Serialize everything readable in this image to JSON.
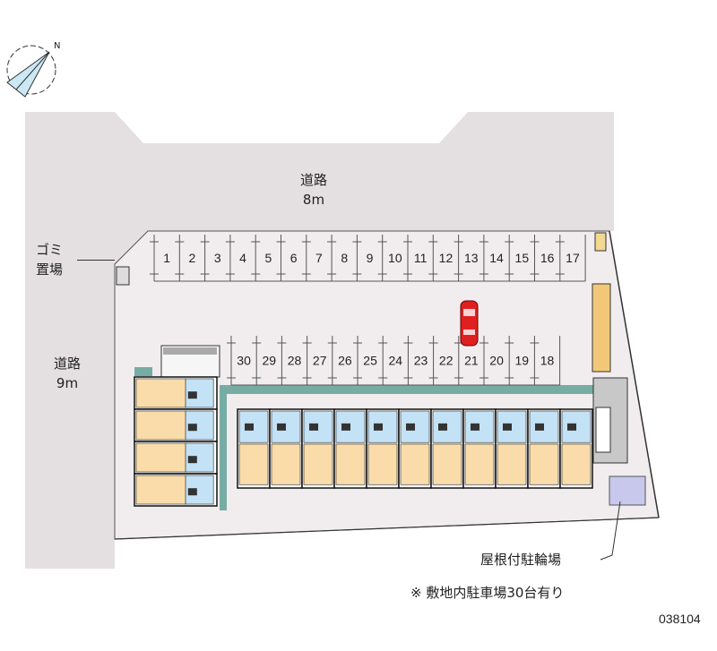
{
  "compass": {
    "north_label": "N"
  },
  "roads": {
    "north": {
      "name": "道路",
      "width": "8m"
    },
    "west": {
      "name": "道路",
      "width": "9m"
    }
  },
  "garbage": {
    "label": "ゴミ置場",
    "line1": "ゴミ",
    "line2": "置場"
  },
  "bicycle_parking": {
    "label": "屋根付駐輪場"
  },
  "parking": {
    "top_row": [
      "1",
      "2",
      "3",
      "4",
      "5",
      "6",
      "7",
      "8",
      "9",
      "10",
      "11",
      "12",
      "13",
      "14",
      "15",
      "16",
      "17"
    ],
    "bottom_row": [
      "30",
      "29",
      "28",
      "27",
      "26",
      "25",
      "24",
      "23",
      "22",
      "21",
      "20",
      "19",
      "18"
    ],
    "occupied_marker_slot": "21"
  },
  "note": "※ 敷地内駐車場30台有り",
  "code": "038104",
  "colors": {
    "road": "#e4e0e2",
    "site": "#f1edef",
    "room": "#f9dcaa",
    "wet": "#c4e2f6",
    "teal": "#77aca4",
    "car": "#e02020",
    "bike": "#c8c8ec"
  }
}
